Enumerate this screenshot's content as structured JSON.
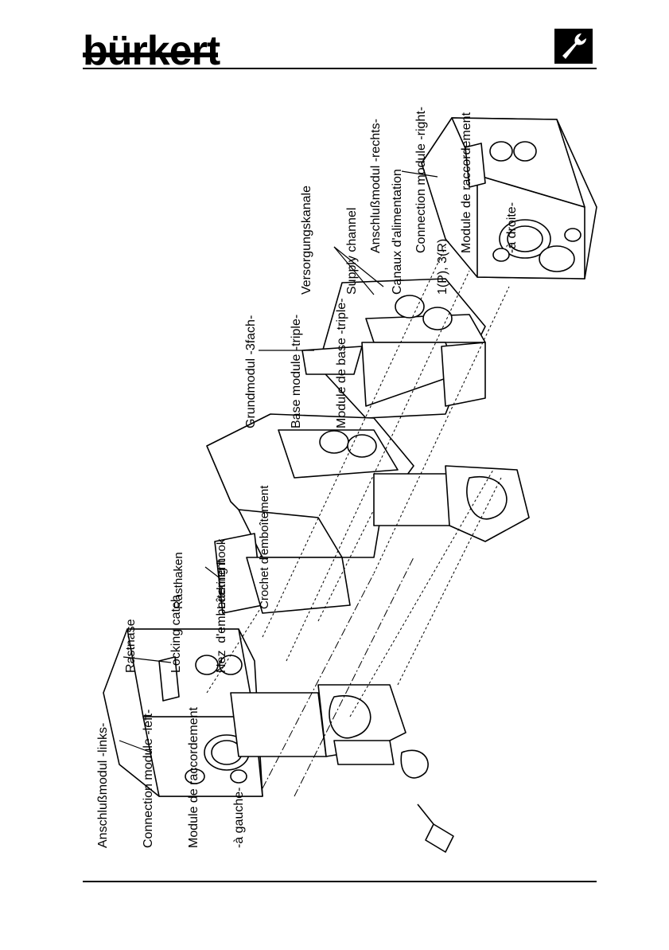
{
  "header": {
    "logo_text": "bürkert",
    "icon": "wrench-icon"
  },
  "labels": {
    "connection_left": [
      "Anschlußmodul -links-",
      "Connection module -left-",
      "Module de raccordement",
      "-à gauche-"
    ],
    "locking_catch": [
      "Rastnase",
      "Locking catch",
      "Nez  d'emboîtement"
    ],
    "locking_hook": [
      "Rasthaken",
      "Locking hook",
      "Crochet d'emboîtement"
    ],
    "base_module": [
      "Grundmodul -3fach-",
      "Base module -triple-",
      "Module de base -triple-"
    ],
    "supply_channel": [
      "Versorgungskanale",
      "Supply channel",
      "Canaux d'alimentation",
      "1(P), 3(R)"
    ],
    "connection_right": [
      "Anschlußmodul -rechts-",
      "Connection module -right-",
      "Module de raccordement",
      "-à droite-"
    ]
  }
}
